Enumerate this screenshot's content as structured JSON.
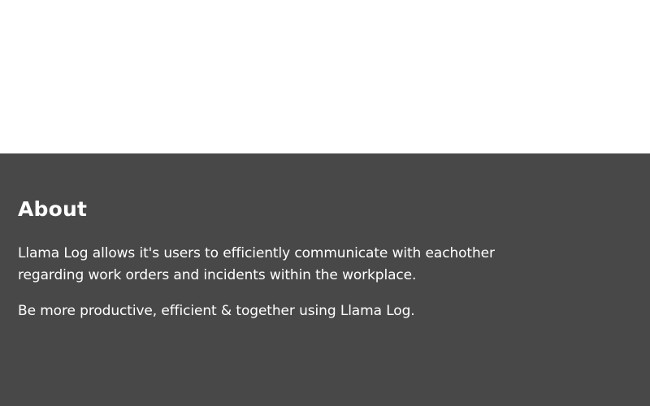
{
  "about": {
    "title": "About",
    "paragraph_1": "Llama Log allows it's users to efficiently communicate with eachother regarding work orders and incidents within the workplace.",
    "paragraph_2": "Be more productive, efficient & together using Llama Log."
  },
  "colors": {
    "section_background": "#484848",
    "text": "#ffffff",
    "page_background": "#ffffff"
  }
}
